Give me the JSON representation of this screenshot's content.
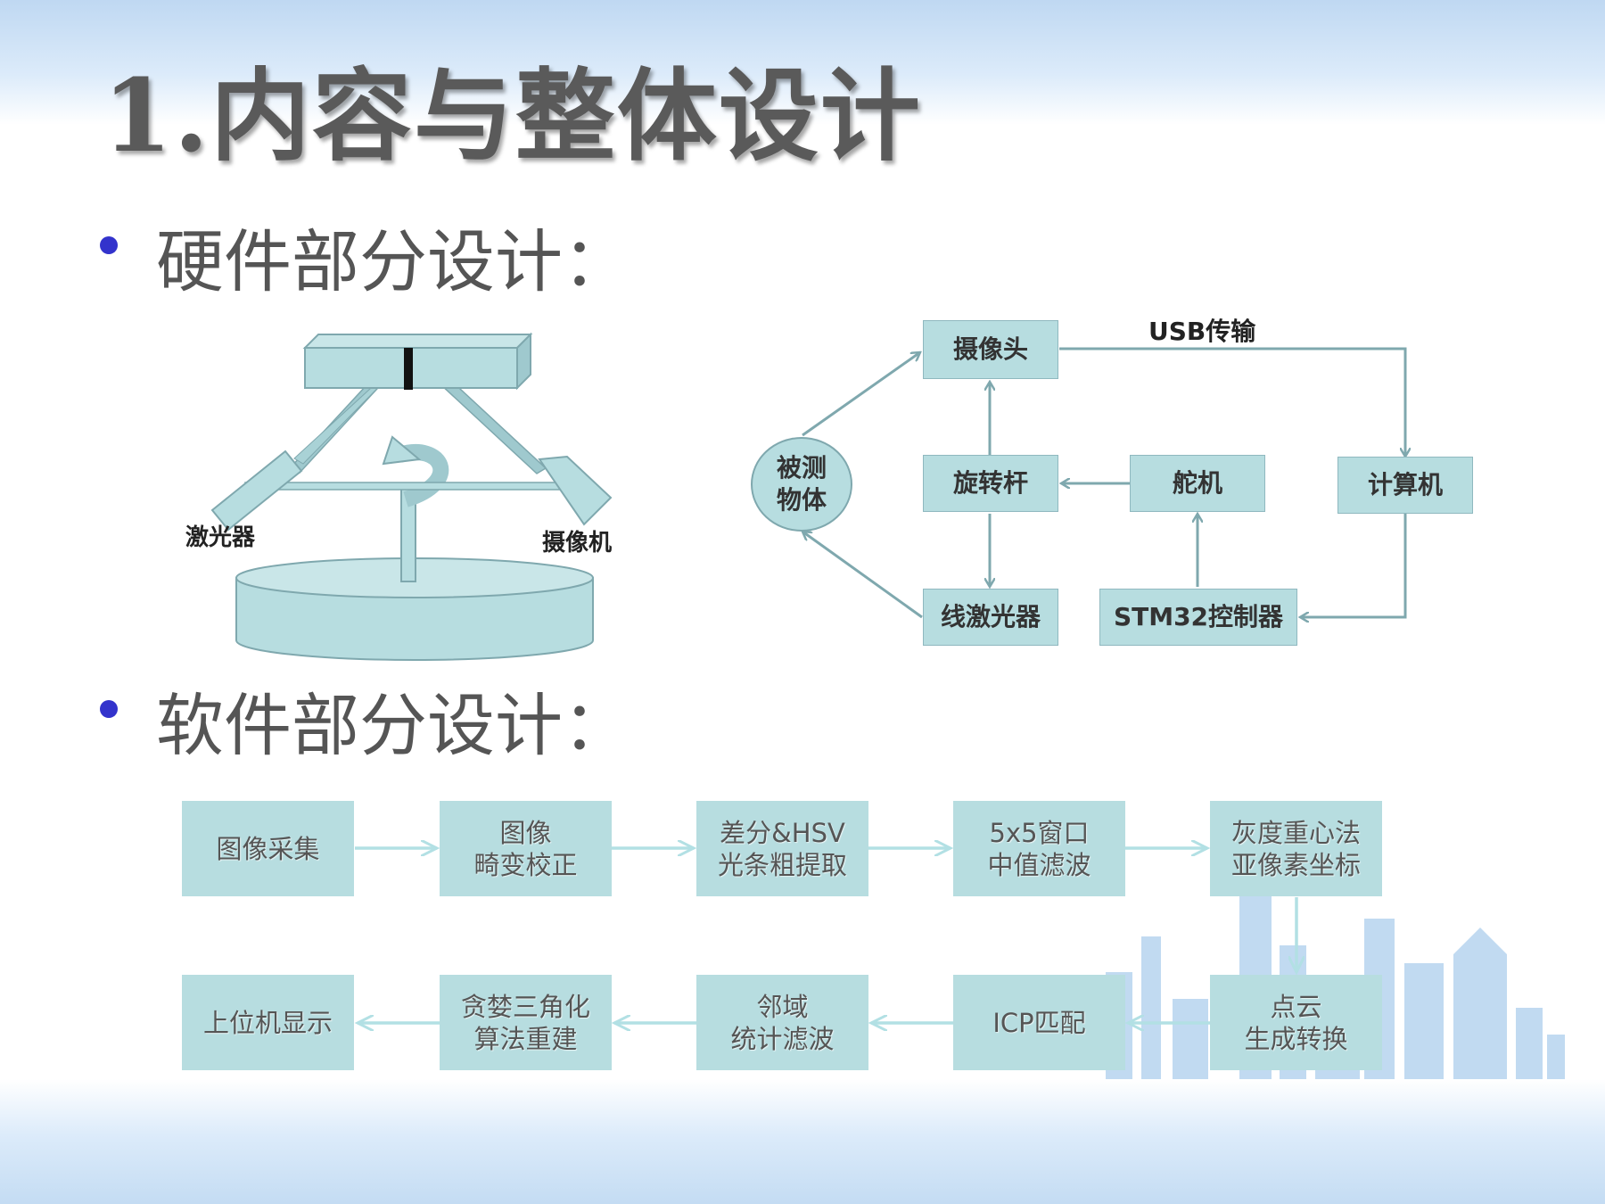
{
  "title": "1.内容与整体设计",
  "sections": {
    "hardware": "硬件部分设计：",
    "software": "软件部分设计："
  },
  "hardware_model": {
    "laser_label": "激光器",
    "camera_label": "摄像机"
  },
  "block_diagram": {
    "camera": "摄像头",
    "usb_label": "USB传输",
    "object": "被测\n物体",
    "rotating_rod": "旋转杆",
    "servo": "舵机",
    "computer": "计算机",
    "line_laser": "线激光器",
    "controller": "STM32控制器"
  },
  "software_flow": {
    "row1": [
      "图像采集",
      "图像\n畸变校正",
      "差分&HSV\n光条粗提取",
      "5x5窗口\n中值滤波",
      "灰度重心法\n亚像素坐标"
    ],
    "row2": [
      "上位机显示",
      "贪婪三角化\n算法重建",
      "邻域\n统计滤波",
      "ICP匹配",
      "点云\n生成转换"
    ]
  },
  "colors": {
    "box_fill": "#b7dde0",
    "arrow": "#7fa8ae",
    "flow_arrow": "#b2e0e4",
    "bullet": "#3333cc",
    "title": "#5a5a5a"
  }
}
